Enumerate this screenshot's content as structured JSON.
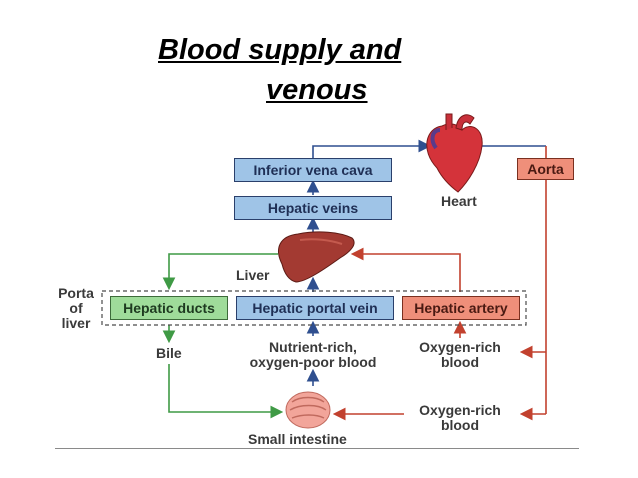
{
  "title": {
    "line1": "Blood supply and",
    "line2": "venous"
  },
  "diagram": {
    "inferior_vena_cava": "Inferior vena cava",
    "hepatic_veins": "Hepatic veins",
    "heart": "Heart",
    "aorta": "Aorta",
    "liver": "Liver",
    "porta_of_liver": [
      "Porta",
      "of",
      "liver"
    ],
    "hepatic_ducts": "Hepatic ducts",
    "hepatic_portal_vein": "Hepatic portal vein",
    "hepatic_artery": "Hepatic artery",
    "bile": "Bile",
    "nutrient_rich": [
      "Nutrient-rich,",
      "oxygen-poor blood"
    ],
    "oxygen_rich_1": [
      "Oxygen-rich",
      "blood"
    ],
    "oxygen_rich_2": [
      "Oxygen-rich",
      "blood"
    ],
    "small_intestine": "Small intestine"
  },
  "colors": {
    "blue": "#2f4f8f",
    "green": "#3f9a45",
    "red": "#c2412e"
  }
}
